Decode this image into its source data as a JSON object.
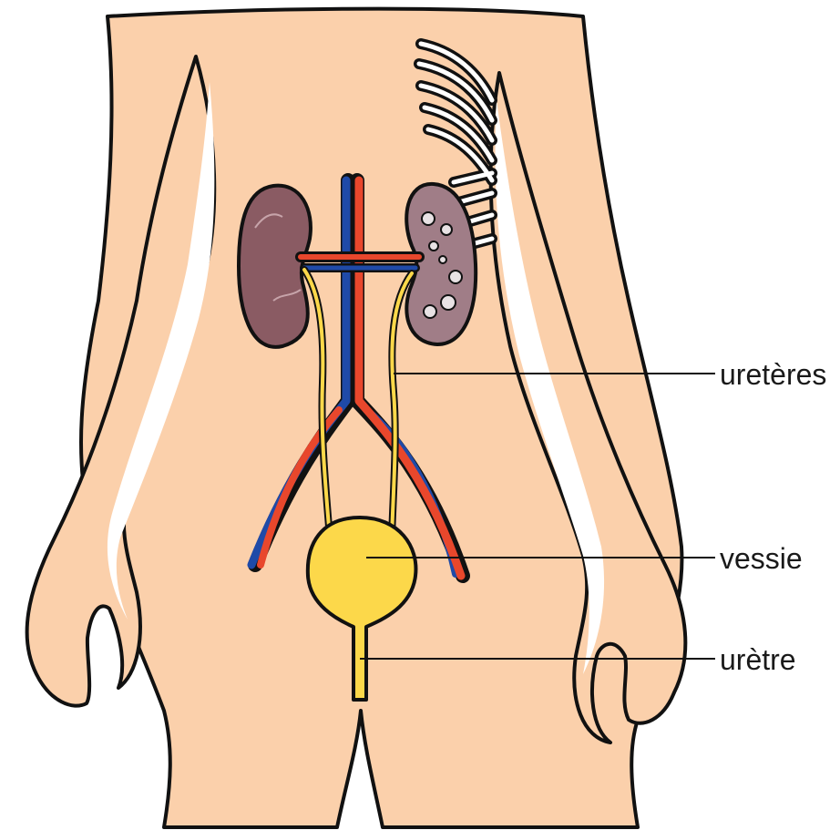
{
  "labels": {
    "ureters": "uretères",
    "bladder": "vessie",
    "urethra": "urètre"
  },
  "colors": {
    "skin": "#fbd0ab",
    "outline": "#111111",
    "kidney": "#8a5b63",
    "kidney_cut": "#a07d87",
    "artery": "#e8472c",
    "vein": "#1f4aa8",
    "urine_yellow": "#fcd84a",
    "background": "#ffffff"
  }
}
